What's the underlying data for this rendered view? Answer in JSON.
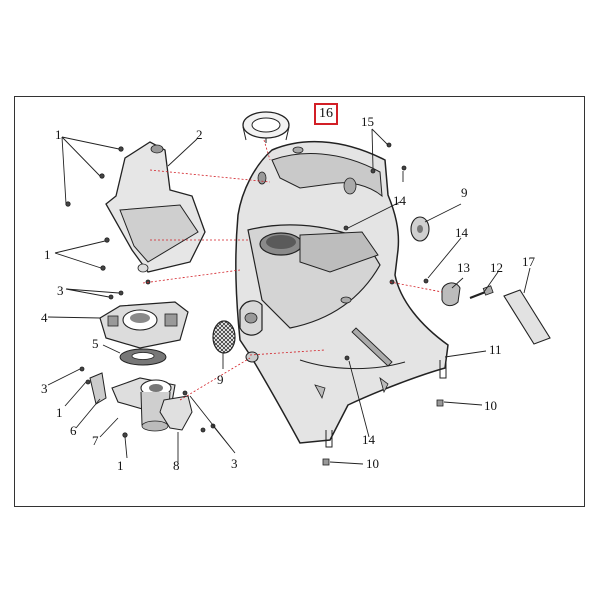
{
  "diagram": {
    "highlight_color": "#d21f26",
    "callouts": [
      {
        "id": "c1a",
        "label": "1"
      },
      {
        "id": "c2",
        "label": "2"
      },
      {
        "id": "c1b",
        "label": "1"
      },
      {
        "id": "c3a",
        "label": "3"
      },
      {
        "id": "c4",
        "label": "4"
      },
      {
        "id": "c5",
        "label": "5"
      },
      {
        "id": "c3b",
        "label": "3"
      },
      {
        "id": "c1c",
        "label": "1"
      },
      {
        "id": "c6",
        "label": "6"
      },
      {
        "id": "c7",
        "label": "7"
      },
      {
        "id": "c1d",
        "label": "1"
      },
      {
        "id": "c8",
        "label": "8"
      },
      {
        "id": "c3c",
        "label": "3"
      },
      {
        "id": "c9a",
        "label": "9"
      },
      {
        "id": "c16",
        "label": "16"
      },
      {
        "id": "c15",
        "label": "15"
      },
      {
        "id": "c9b",
        "label": "9"
      },
      {
        "id": "c14a",
        "label": "14"
      },
      {
        "id": "c14b",
        "label": "14"
      },
      {
        "id": "c13",
        "label": "13"
      },
      {
        "id": "c12",
        "label": "12"
      },
      {
        "id": "c17",
        "label": "17"
      },
      {
        "id": "c11",
        "label": "11"
      },
      {
        "id": "c10a",
        "label": "10"
      },
      {
        "id": "c14c",
        "label": "14"
      },
      {
        "id": "c10b",
        "label": "10"
      }
    ]
  }
}
